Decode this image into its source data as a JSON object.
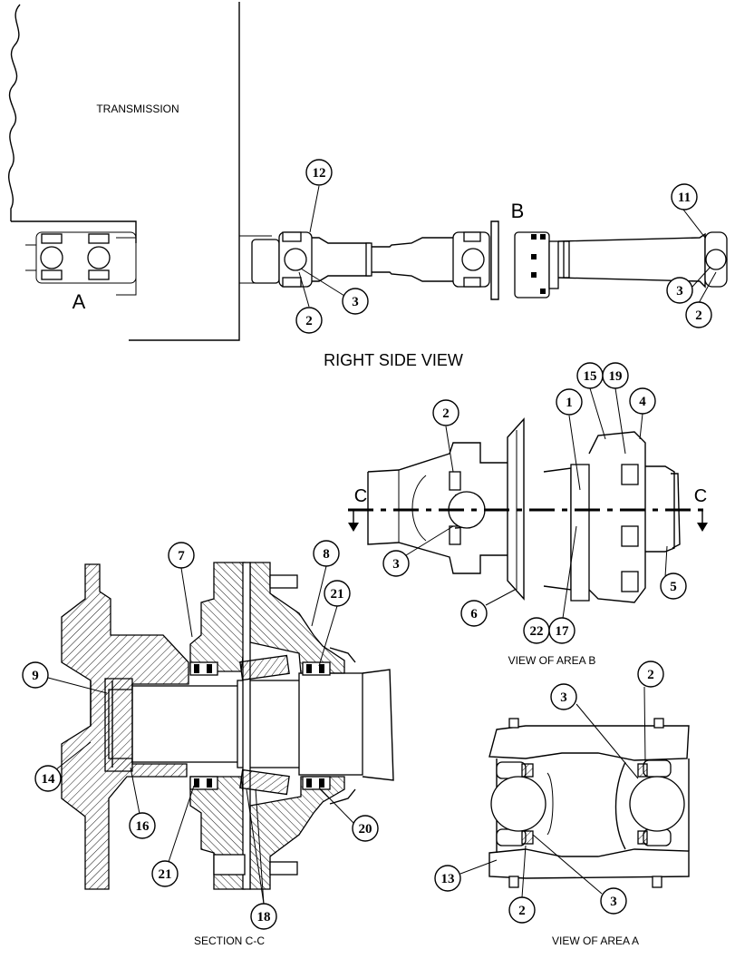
{
  "labels": {
    "transmission": "TRANSMISSION",
    "area_a_letter": "A",
    "area_b_letter": "B",
    "right_side_view": "RIGHT SIDE VIEW",
    "view_area_b": "VIEW OF AREA B",
    "section_cc": "SECTION C-C",
    "view_area_a": "VIEW OF AREA A",
    "section_c_left": "C",
    "section_c_right": "C"
  },
  "callouts": {
    "rsv_12": "12",
    "rsv_3a": "3",
    "rsv_2a": "2",
    "rsv_11": "11",
    "rsv_3b": "3",
    "rsv_2b": "2",
    "b_15": "15",
    "b_19": "19",
    "b_4": "4",
    "b_2": "2",
    "b_1": "1",
    "b_3": "3",
    "b_5": "5",
    "b_6": "6",
    "b_22": "22",
    "b_17": "17",
    "s_7": "7",
    "s_8": "8",
    "s_21a": "21",
    "s_9": "9",
    "s_14": "14",
    "s_16": "16",
    "s_21b": "21",
    "s_20": "20",
    "s_18": "18",
    "a_2a": "2",
    "a_3a": "3",
    "a_13": "13",
    "a_2b": "2",
    "a_3b": "3"
  }
}
